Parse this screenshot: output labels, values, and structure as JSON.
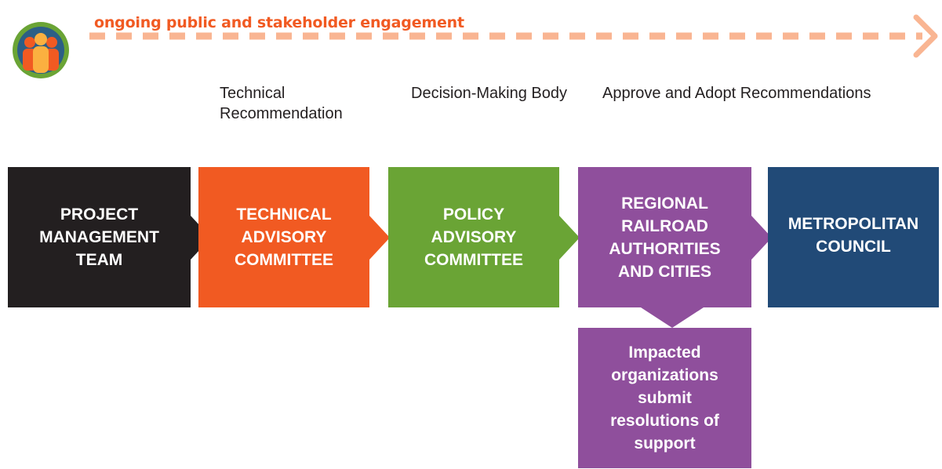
{
  "engagement": {
    "title": "ongoing public and stakeholder engagement",
    "arrow_color": "#f9b592",
    "icon": "people-group-icon"
  },
  "captions": [
    {
      "text": "Technical Recommendation"
    },
    {
      "text": "Decision-Making Body"
    },
    {
      "text": "Approve and Adopt Recommendations"
    }
  ],
  "boxes": [
    {
      "label": "PROJECT MANAGEMENT TEAM",
      "color": "#231f20"
    },
    {
      "label": "TECHNICAL ADVISORY COMMITTEE",
      "color": "#f15a22"
    },
    {
      "label": "POLICY ADVISORY COMMITTEE",
      "color": "#6aa435"
    },
    {
      "label": "REGIONAL RAILROAD AUTHORITIES AND CITIES",
      "color": "#8f4f9c"
    },
    {
      "label": "METROPOLITAN COUNCIL",
      "color": "#214a77"
    }
  ],
  "sub_box": {
    "label": "Impacted organizations submit resolutions of support",
    "color": "#8f4f9c"
  }
}
